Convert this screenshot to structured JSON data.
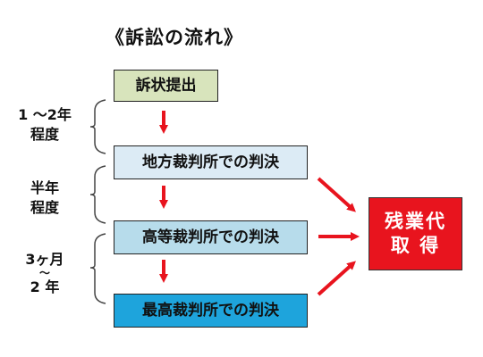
{
  "title": "《訴訟の流れ》",
  "steps": {
    "filing": "訴状提出",
    "district": "地方裁判所での判決",
    "high": "高等裁判所での判決",
    "supreme": "最高裁判所での判決"
  },
  "result": {
    "line1": "残業代",
    "line2": "取 得"
  },
  "periods": {
    "p1_line1": "1 ～2年",
    "p1_line2": "程度",
    "p2_line1": "半年",
    "p2_line2": "程度",
    "p3_line1": "3ヶ月",
    "p3_tilde": "～",
    "p3_line2": "2 年"
  },
  "colors": {
    "filing_fill": "#d8e4bc",
    "district_fill": "#dcebf5",
    "high_fill": "#b7dceb",
    "supreme_fill": "#1ea4dc",
    "result_fill": "#e8141e",
    "result_text": "#ffffff",
    "arrow": "#e8141e",
    "bracket": "#444444"
  }
}
